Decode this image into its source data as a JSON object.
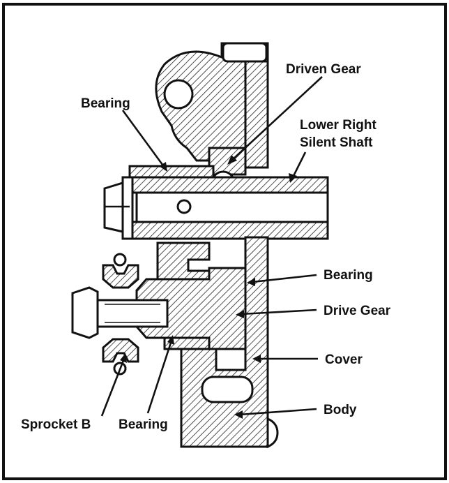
{
  "labels": {
    "driven_gear": "Driven Gear",
    "bearing_top": "Bearing",
    "lower_right_silent_shaft_line1": "Lower Right",
    "lower_right_silent_shaft_line2": "Silent Shaft",
    "bearing_right": "Bearing",
    "drive_gear": "Drive Gear",
    "cover": "Cover",
    "body": "Body",
    "sprocket_b": "Sprocket B",
    "bearing_bottom": "Bearing"
  },
  "colors": {
    "ink": "#111111",
    "paper": "#ffffff"
  }
}
